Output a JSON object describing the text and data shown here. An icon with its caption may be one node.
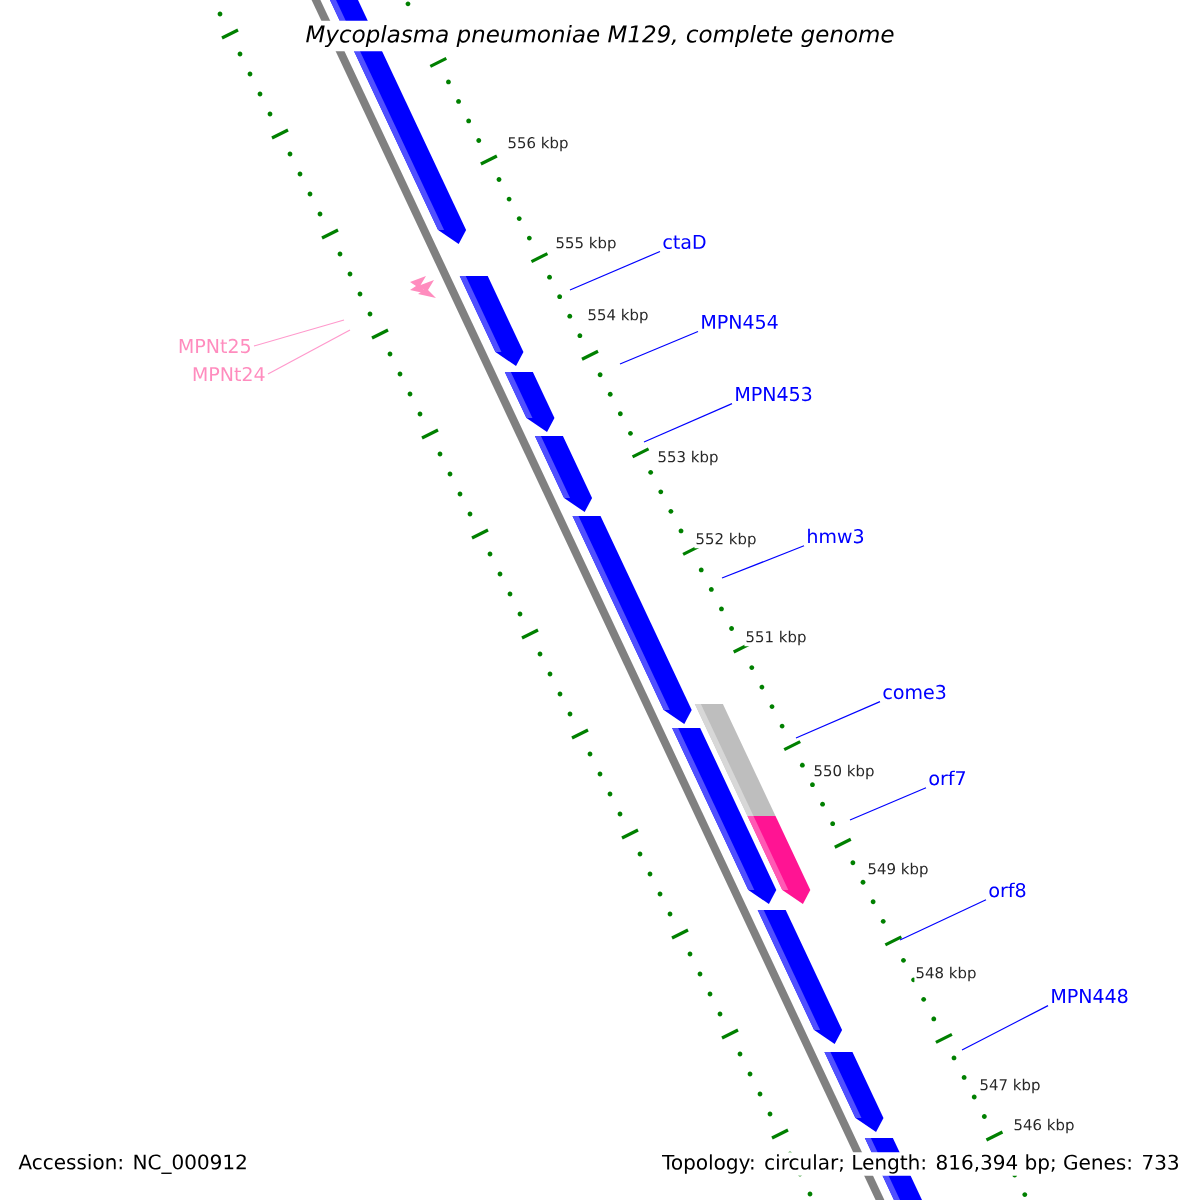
{
  "diagram": {
    "title": "Mycoplasma pneumoniae M129, complete genome",
    "nodes": [
      {
        "text": [
          "ctaD"
        ]
      },
      {
        "text": [
          "MPN454"
        ]
      },
      {
        "text": [
          "MPN453"
        ]
      },
      {
        "text": [
          "hmw3"
        ]
      },
      {
        "text": [
          "come3"
        ]
      },
      {
        "text": [
          "orf7"
        ]
      },
      {
        "text": [
          "orf8"
        ]
      },
      {
        "text": [
          "MPN448"
        ]
      },
      {
        "text": [
          "MPNt25"
        ]
      },
      {
        "text": [
          "MPNt24"
        ]
      }
    ],
    "edges": [
      {
        "from": 0,
        "to": null,
        "arrow": "none"
      },
      {
        "from": 1,
        "to": null,
        "arrow": "none"
      },
      {
        "from": 2,
        "to": null,
        "arrow": "none"
      },
      {
        "from": 3,
        "to": null,
        "arrow": "none"
      },
      {
        "from": 4,
        "to": null,
        "arrow": "none"
      },
      {
        "from": 5,
        "to": null,
        "arrow": "none"
      },
      {
        "from": 6,
        "to": null,
        "arrow": "none"
      },
      {
        "from": 7,
        "to": null,
        "arrow": "none"
      },
      {
        "from": 8,
        "to": null,
        "arrow": "none",
        "color": "#ff99cc"
      },
      {
        "from": 9,
        "to": null,
        "arrow": "none",
        "color": "#ff99cc"
      }
    ],
    "labels": [
      "556 kbp",
      "555 kbp",
      "554 kbp",
      "553 kbp",
      "552 kbp",
      "551 kbp",
      "550 kbp",
      "549 kbp",
      "548 kbp",
      "547 kbp",
      "546 kbp",
      "Accession: NC_000912",
      "Topology: circular; Length: 816,394 bp; Genes: 733"
    ]
  }
}
